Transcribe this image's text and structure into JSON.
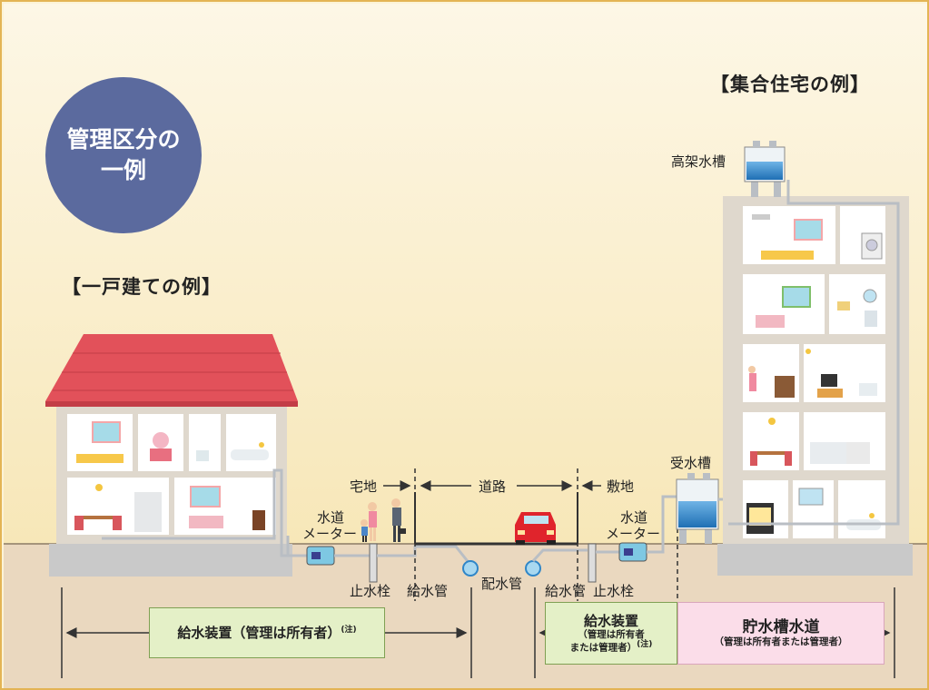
{
  "badge": {
    "line1": "管理区分の",
    "line2": "一例"
  },
  "headings": {
    "detached": "【一戸建ての例】",
    "apartment": "【集合住宅の例】"
  },
  "labels": {
    "elevated_tank": "高架水槽",
    "receiving_tank": "受水槽",
    "residential_land": "宅地",
    "road": "道路",
    "premises": "敷地",
    "meter_left_1": "水道",
    "meter_left_2": "メーター",
    "meter_right_1": "水道",
    "meter_right_2": "メーター",
    "stopcock_left": "止水栓",
    "stopcock_right": "止水栓",
    "service_pipe_left": "給水管",
    "service_pipe_right": "給水管",
    "distribution_pipe": "配水管"
  },
  "boxes": {
    "supply_left": {
      "main": "給水装置（管理は所有者）",
      "note": "(注)"
    },
    "supply_right": {
      "main": "給水装置",
      "note_line1": "（管理は所有者",
      "note_line2": "または管理者）",
      "note": "(注)"
    },
    "tank": {
      "main": "貯水槽水道",
      "note": "（管理は所有者または管理者）"
    }
  },
  "colors": {
    "sky": "#fcf3d6",
    "border": "#e3b454",
    "badge": "#5b6a9e",
    "ground": "#ead8bf",
    "roof": "#e2515a",
    "water": "#2f86c8",
    "pipe": "#b9bec4",
    "car": "#e0242c",
    "supply_box": "#e4f0c7",
    "tank_box": "#fbdde9"
  }
}
